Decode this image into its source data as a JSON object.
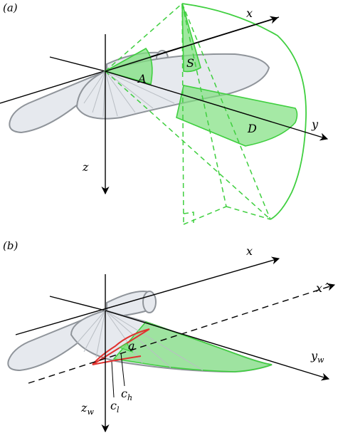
{
  "panel_a": {
    "label": "(a)",
    "axes": {
      "x": "x",
      "y": "y",
      "z": "z"
    },
    "angles": {
      "A": "A",
      "S": "S",
      "D": "D"
    }
  },
  "panel_b": {
    "label": "(b)",
    "axes": {
      "x": "x",
      "x_prime": "x´",
      "y_base": "y",
      "y_sub": "w",
      "z_base": "z",
      "z_sub": "w"
    },
    "annotations": {
      "a": "a",
      "c_h_base": "c",
      "c_h_sub": "h",
      "c_l_base": "c",
      "c_l_sub": "l"
    }
  },
  "colors": {
    "green_fill": "#7fe07f",
    "green_line": "#3fcf3f",
    "wing_fill": "#e6e9ee",
    "wing_edge": "#8f949a",
    "red_outline": "#e0322f"
  }
}
